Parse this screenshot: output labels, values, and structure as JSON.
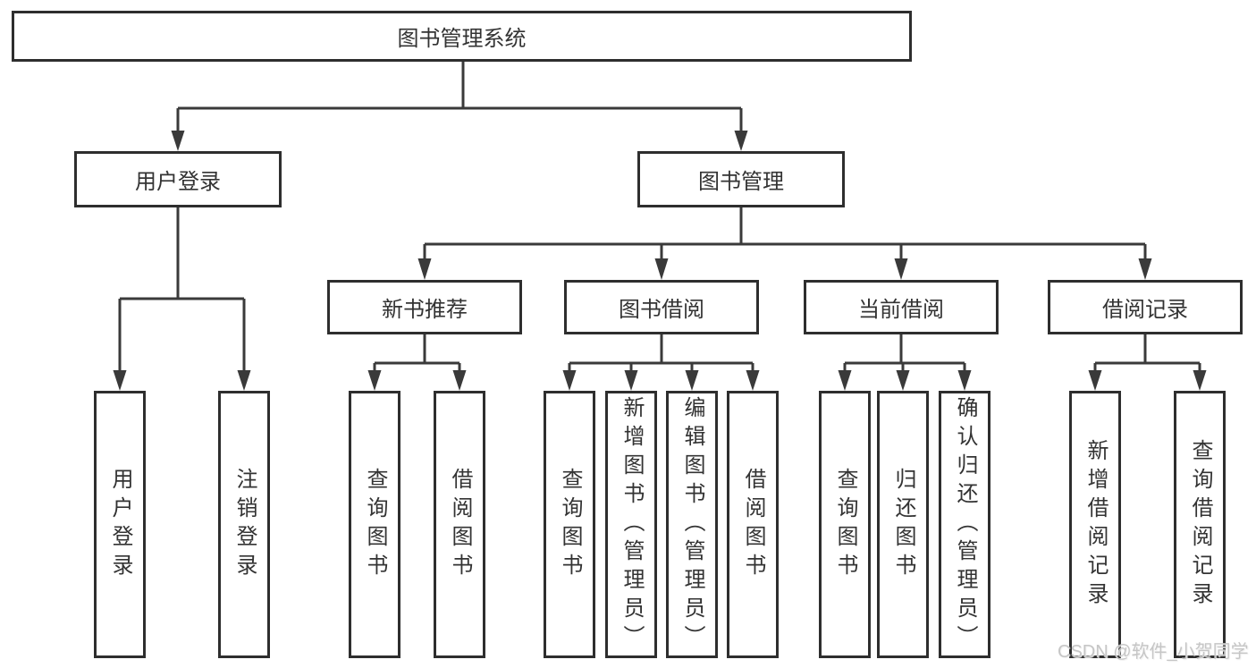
{
  "diagram": {
    "root": {
      "label": "图书管理系统"
    },
    "level2": [
      {
        "label": "用户登录"
      },
      {
        "label": "图书管理"
      }
    ],
    "level3": [
      {
        "label": "新书推荐"
      },
      {
        "label": "图书借阅"
      },
      {
        "label": "当前借阅"
      },
      {
        "label": "借阅记录"
      }
    ],
    "leaves": [
      {
        "label": "用户登录"
      },
      {
        "label": "注销登录"
      },
      {
        "label": "查询图书"
      },
      {
        "label": "借阅图书"
      },
      {
        "label": "查询图书"
      },
      {
        "label": "新增图书（管理员）"
      },
      {
        "label": "编辑图书（管理员）"
      },
      {
        "label": "借阅图书"
      },
      {
        "label": "查询图书"
      },
      {
        "label": "归还图书"
      },
      {
        "label": "确认归还（管理员）"
      },
      {
        "label": "新增借阅记录"
      },
      {
        "label": "查询借阅记录"
      }
    ]
  },
  "watermark": {
    "text": "CSDN @软件_小贺同学"
  },
  "colors": {
    "line": "#3a3a3a",
    "box_border": "#2e2e2e",
    "text": "#333333",
    "watermark": "#c6c6c6",
    "background": "#ffffff"
  }
}
